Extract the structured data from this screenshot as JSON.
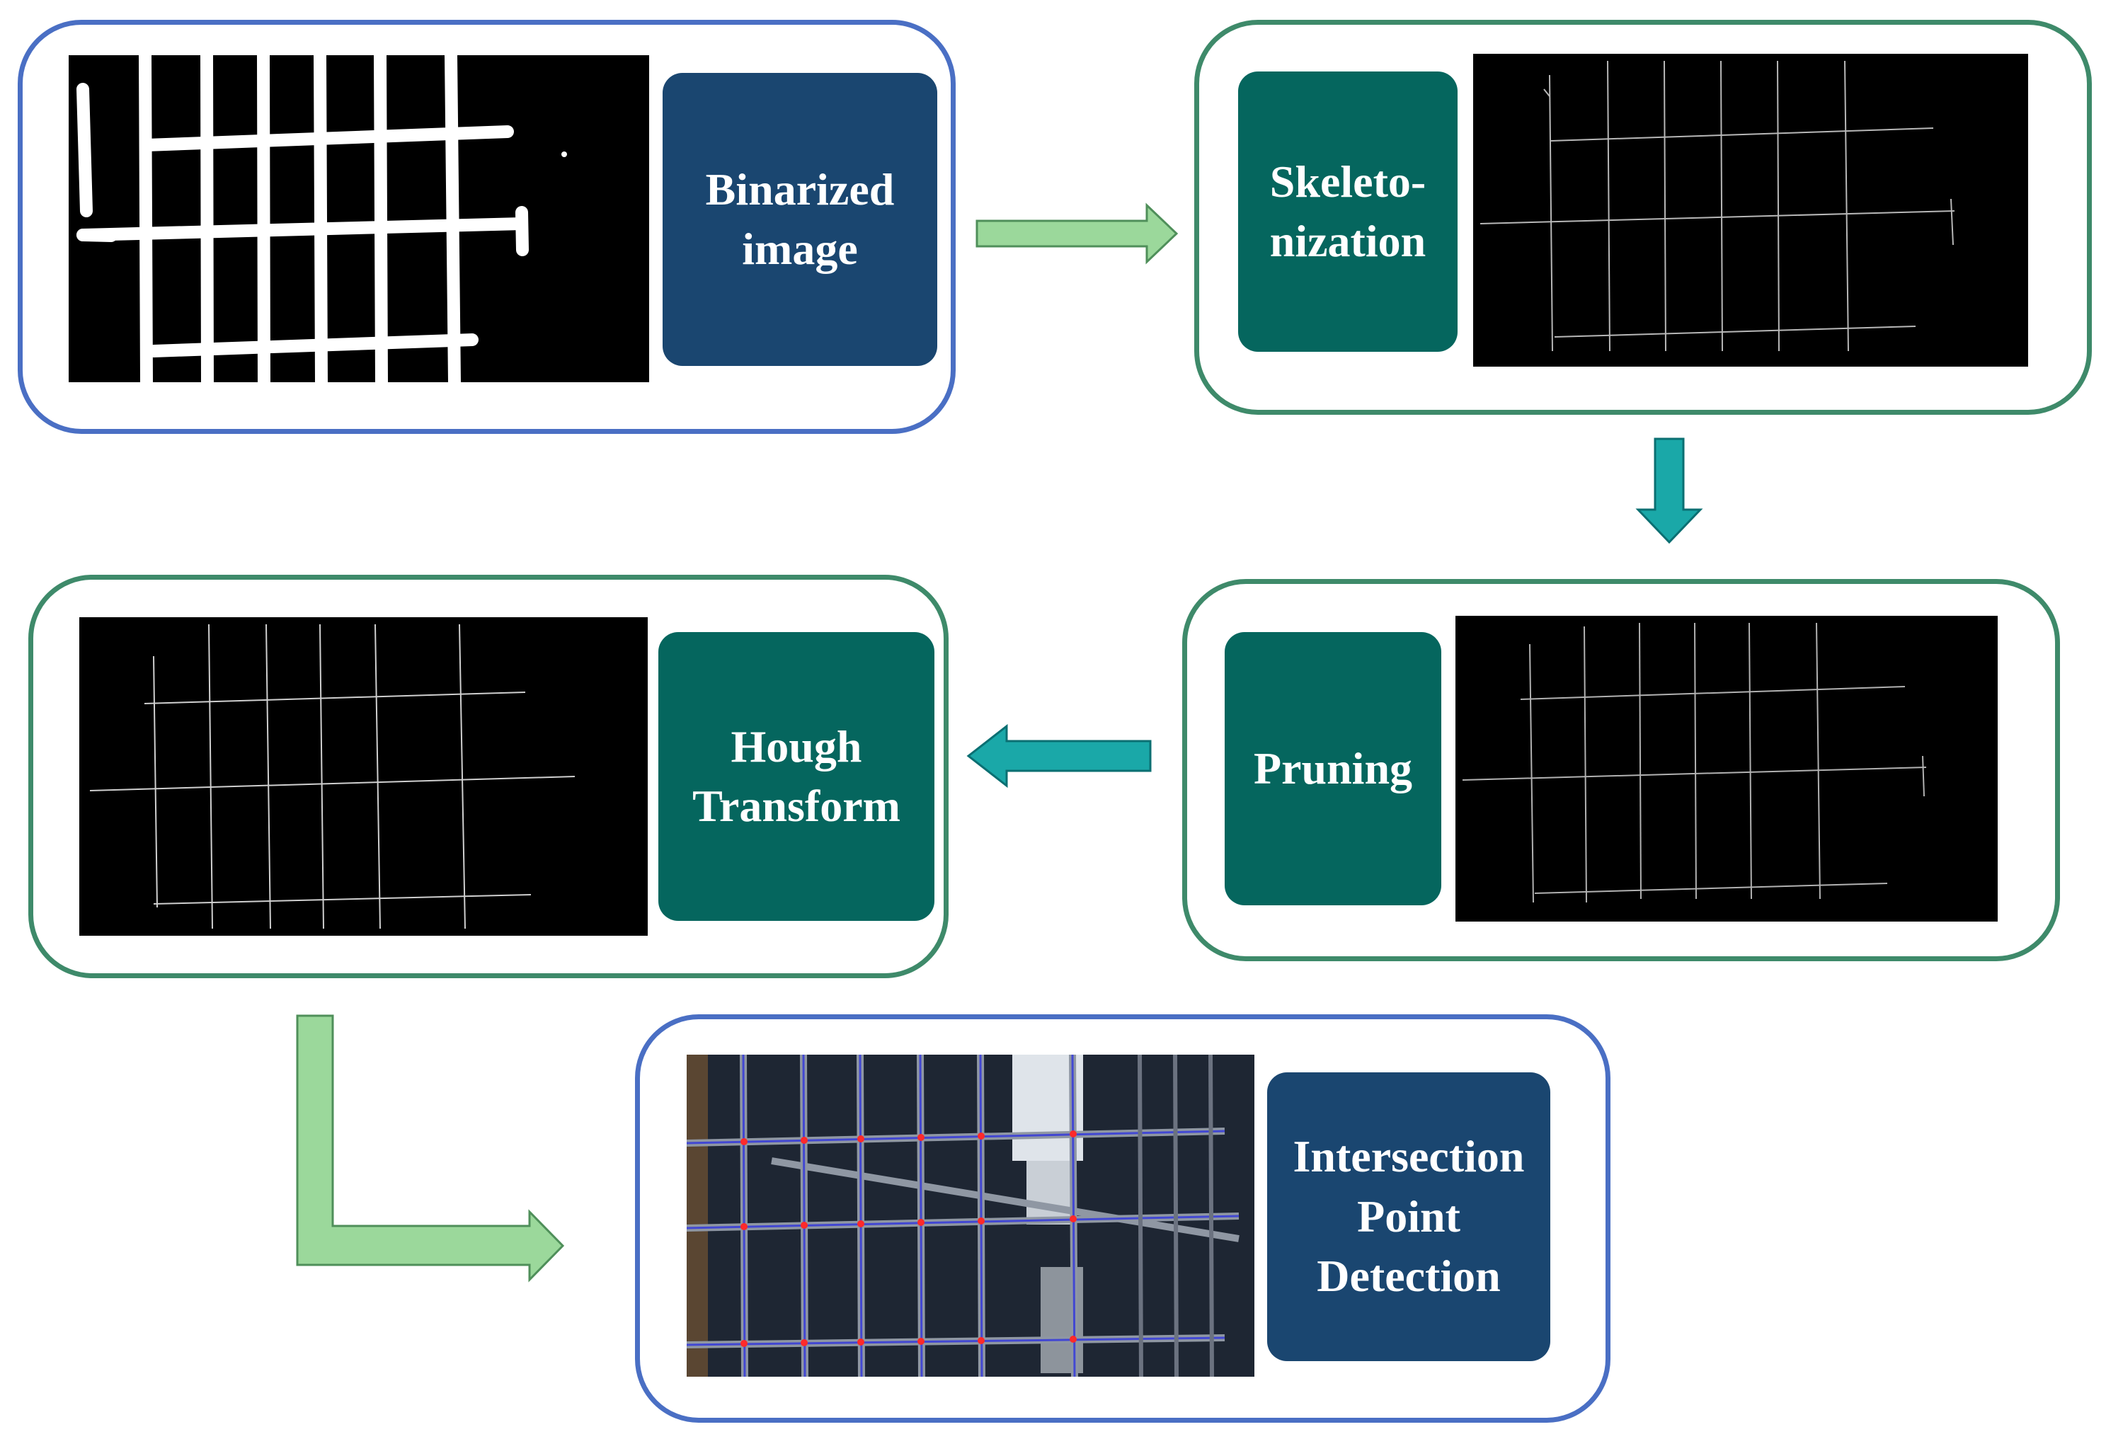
{
  "steps": {
    "binarized": {
      "label_line1": "Binarized",
      "label_line2": "image"
    },
    "skeleton": {
      "label_line1": "Skeleto-",
      "label_line2": "nization"
    },
    "pruning": {
      "label": "Pruning"
    },
    "hough": {
      "label_line1": "Hough",
      "label_line2": "Transform"
    },
    "intersection": {
      "label_line1": "Intersection",
      "label_line2": "Point",
      "label_line3": "Detection"
    }
  },
  "colors": {
    "panel_border_blue": "#4a6fc4",
    "panel_border_green": "#3e8a6a",
    "label_navy": "#1a4670",
    "label_teal": "#05665e",
    "arrow_light_green": "#9bd89b",
    "arrow_teal": "#1aa8a8"
  }
}
